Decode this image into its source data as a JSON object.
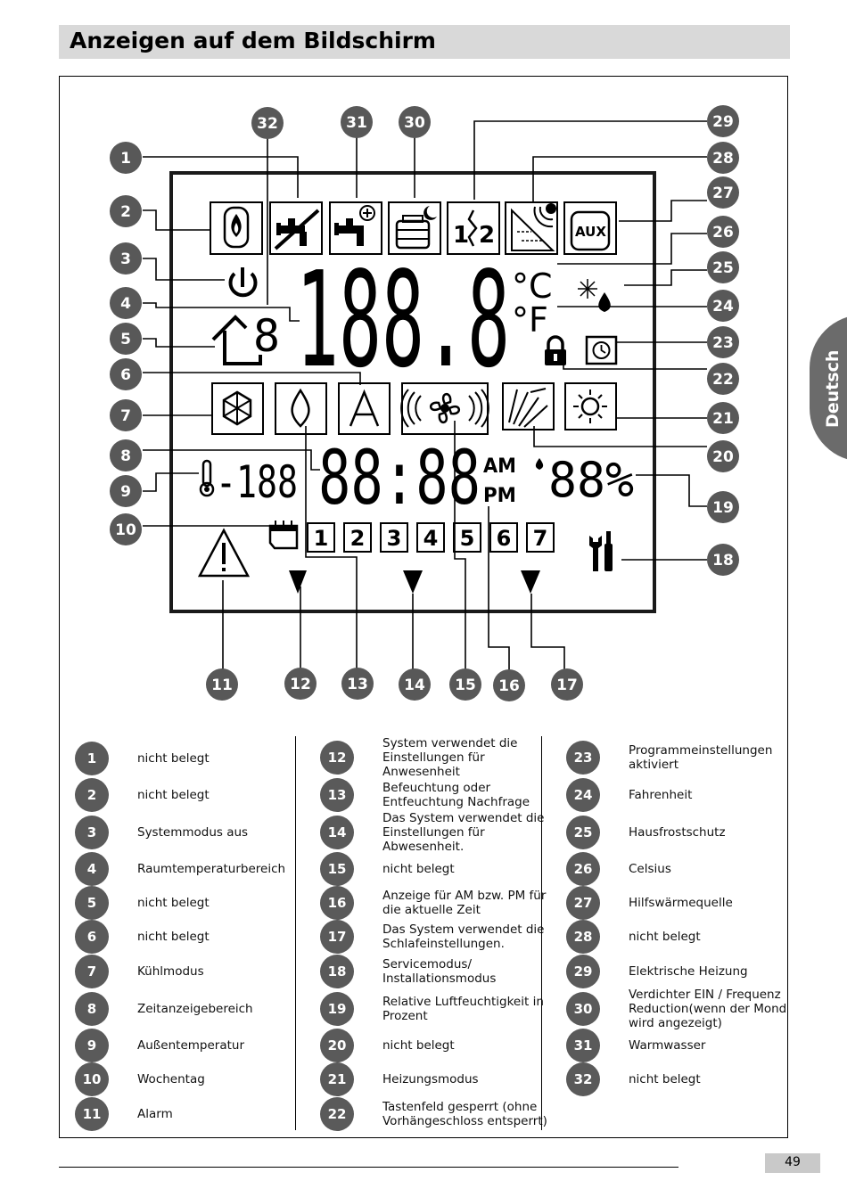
{
  "header": {
    "title": "Anzeigen auf dem Bildschirm"
  },
  "side_tab": {
    "label": "Deutsch"
  },
  "page_number": "49",
  "display": {
    "main_temperature": "188.8",
    "unit_celsius": "°C",
    "unit_fahrenheit": "°F",
    "room_digit": "8",
    "outside_temperature": "-188",
    "time": "88:88",
    "am": "AM",
    "pm": "PM",
    "humidity": "88%",
    "aux": "AUX",
    "weekdays": [
      "1",
      "2",
      "3",
      "4",
      "5",
      "6",
      "7"
    ]
  },
  "legend": [
    {
      "num": "1",
      "text": "nicht belegt"
    },
    {
      "num": "2",
      "text": "nicht belegt"
    },
    {
      "num": "3",
      "text": "Systemmodus aus"
    },
    {
      "num": "4",
      "text": "Raumtemperaturbereich"
    },
    {
      "num": "5",
      "text": "nicht belegt"
    },
    {
      "num": "6",
      "text": "nicht belegt"
    },
    {
      "num": "7",
      "text": "Kühlmodus"
    },
    {
      "num": "8",
      "text": "Zeitanzeigebereich"
    },
    {
      "num": "9",
      "text": "Außentemperatur"
    },
    {
      "num": "10",
      "text": "Wochentag"
    },
    {
      "num": "11",
      "text": "Alarm"
    },
    {
      "num": "12",
      "text": "System verwendet die Einstellungen für Anwesenheit"
    },
    {
      "num": "13",
      "text": "Befeuchtung oder Entfeuchtung Nachfrage"
    },
    {
      "num": "14",
      "text": "Das System verwendet die Einstellungen für Abwesenheit."
    },
    {
      "num": "15",
      "text": "nicht belegt"
    },
    {
      "num": "16",
      "text": "Anzeige für AM bzw. PM für die aktuelle Zeit"
    },
    {
      "num": "17",
      "text": "Das System verwendet die Schlafeinstellungen."
    },
    {
      "num": "18",
      "text": "Servicemodus/ Installationsmodus"
    },
    {
      "num": "19",
      "text": "Relative Luftfeuchtigkeit in Prozent"
    },
    {
      "num": "20",
      "text": "nicht belegt"
    },
    {
      "num": "21",
      "text": "Heizungsmodus"
    },
    {
      "num": "22",
      "text": "Tastenfeld gesperrt (ohne Vorhängeschloss entsperrt)"
    },
    {
      "num": "23",
      "text": "Programmeinstellungen aktiviert"
    },
    {
      "num": "24",
      "text": "Fahrenheit"
    },
    {
      "num": "25",
      "text": "Hausfrostschutz"
    },
    {
      "num": "26",
      "text": "Celsius"
    },
    {
      "num": "27",
      "text": "Hilfswärmequelle"
    },
    {
      "num": "28",
      "text": "nicht belegt"
    },
    {
      "num": "29",
      "text": "Elektrische Heizung"
    },
    {
      "num": "30",
      "text": "Verdichter EIN / Frequenz Reduction(wenn der Mond wird angezeigt)"
    },
    {
      "num": "31",
      "text": "Warmwasser"
    },
    {
      "num": "32",
      "text": "nicht belegt"
    }
  ],
  "callouts": [
    "1",
    "2",
    "3",
    "4",
    "5",
    "6",
    "7",
    "8",
    "9",
    "10",
    "11",
    "12",
    "13",
    "14",
    "15",
    "16",
    "17",
    "18",
    "19",
    "20",
    "21",
    "22",
    "23",
    "24",
    "25",
    "26",
    "27",
    "28",
    "29",
    "30",
    "31",
    "32"
  ]
}
